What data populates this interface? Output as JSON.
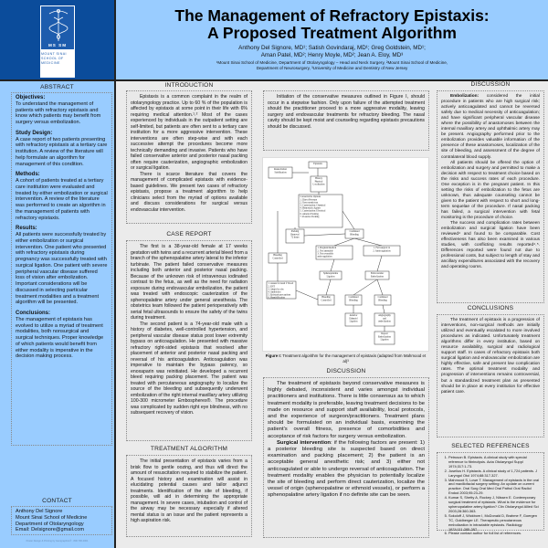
{
  "header": {
    "logo": {
      "mark": "MS SM",
      "name_lines": [
        "MOUNT SINAI",
        "SCHOOL OF",
        "MEDICINE"
      ]
    },
    "title_line1": "The Management of Refractory Epistaxis:",
    "title_line2": "A Proposed Treatment Algorithm",
    "authors_line1": "Anthony Del Signore, MD¹; Satish Govindaraj, MD¹; Greg Goldstein, MD¹;",
    "authors_line2": "Aman Patel, MD²; Henry Moyle, MD²; Jean A. Eloy, MD³",
    "affil_line1": "¹Mount Sinai School of Medicine, Department of Otolaryngology – Head and Neck Surgery, ²Mount Sinai School of Medicine,",
    "affil_line2": "Department of Neurosurgery, ³University of Medicine and Dentistry of New Jersey"
  },
  "abstract": {
    "heading": "ABSTRACT",
    "objectives_label": "Objectives:",
    "objectives": "To understand the management of patients with refractory epistaxis and know which patients may benefit from surgery versus embolization.",
    "design_label": "Study Design:",
    "design": "A case report of two patients presenting with refractory epistaxis at a tertiary care institution. A review of the literature will help formulate an algorithm for management of this condition.",
    "methods_label": "Methods:",
    "methods": "A cohort of patients treated at a tertiary care institution were evaluated and treated by either embolization or surgical intervention. A review of the literature was performed to create an algorithm in the management of patients with refractory epistaxis.",
    "results_label": "Results:",
    "results": "All patients were successfully treated by either embolization or surgical intervention. One patient who presented with refractory epistaxis during pregnancy was successfully treated with surgical ligation. One patient with severe peripheral vascular disease suffered loss of vision after embolization. Important considerations will be discussed in selecting particular treatment modalities and a treatment algorithm will be presented.",
    "conclusions_label": "Conclusions:",
    "conclusions": "The management of epistaxis has evolved to utilize a myriad of treatment modalities, both nonsurgical and surgical techniques. Proper knowledge of which patients would benefit from either modality is imperative in the decision making process."
  },
  "contact": {
    "heading": "CONTACT",
    "lines": [
      "Anthony Del Signore",
      "Mount Sinai School of Medicine",
      "Department of Otolaryngology",
      "Email: Delsignore@gmail.com"
    ]
  },
  "footer": "Poster Design & Printing by Genigraphics® · 800.790.4001",
  "introduction": {
    "heading": "INTRODUCTION",
    "p1": "Epistaxis is a common complaint in the realm of otolaryngology practice. Up to 60 % of the population is affected by epistaxis at some point in their life with 6% requiring medical attention.¹˒² Most of the cases experienced by individuals in the outpatient setting are self-limited, but patients are often sent to a tertiary care institution for a more aggressive intervention. These interventions are often step-wise and with each successive attempt the procedures become more technically demanding and invasive. Patients who have failed conservative anterior and posterior nasal packing often require cauterization, angiographic embolization or surgical ligation.",
    "p2": "There is scarce literature that covers the management of complicated epistaxis with evidence-based guidelines. We present two cases of refractory epistaxis, propose a treatment algorithm to help clinicians select from the myriad of options available and discuss considerations for surgical versus endovascular intervention."
  },
  "case_report": {
    "heading": "CASE REPORT",
    "p1": "The first is a 38-year-old female at 17 weeks gestation with twins and a recurrent arterial bleed from a branch of the sphenopalatine artery lateral to the inferior turbinate. The patient failed conservative measures including both anterior and posterior nasal packing. Because of the unknown risk of intravenous iodinated contrast to the fetus, as well as the need for radiation exposure during endovascular embolization, the patient was treated with endoscopic cauterization of the sphenopalatine artery under general anesthesia. The obstetrics team followed the patient perioperatively with serial fetal ultrasounds to ensure the safety of the twins during treatment.",
    "p2": "The second patient is a 74-year-old male with a history of diabetes, well-controlled hypertension, and peripheral vascular disease status post lower extremity bypass on anticoagulation. He presented with massive refractory right-sided epistaxis that resolved after placement of anterior and posterior nasal packing and reversal of his anticoagulation. Anticoagulation was imperative to maintain the bypass patency, so enoxaparin was reinitiated. He developed a recurrent bleed requiring packing placement. The patient was treated with percutaneous angiography to localize the source of the bleeding and subsequently underwent embolization of the right internal maxillary artery utilizing 100-300 micrometer Embospheres®. The procedure was complicated by sudden right eye blindness, with no subsequent recovery of vision."
  },
  "treatment_algorithm": {
    "heading": "TREATMENT ALGORITHM",
    "p1": "The initial presentation of epistaxis varies from a brisk flow to gentle oozing, and thus will direct the amount of resuscitation required to stabilize the patient. A focused history and examination will assist in elucidating potential causes and tailor adjunct treatments. Identification of the site of bleeding, if possible, will aid in determining the appropriate management. In severe cases, intubation and control of the airway may be necessary especially if altered mental status is an issue and the patient represents a high aspiration risk.",
    "p2": "Initiation of the conservative measures outlined in Figure I, should occur in a stepwise fashion. Only upon failure of the attempted treatment should the practitioner proceed to a more aggressive modality, leaving surgery and endovascular treatments for refractory bleeding. The nasal cavity should be kept moist and counseling regarding epistaxis precautions should be discussed."
  },
  "figure": {
    "caption_label": "Figure I:",
    "caption_text": " Treatment algorithm for the management of epistaxis (adapted from Mahmood et al)³",
    "nodes": [
      {
        "lines": [
          "Resuscitation",
          "Stabilization"
        ]
      },
      {
        "lines": [
          "Epistaxis"
        ]
      },
      {
        "lines": [
          "History",
          "Physical",
          "Localization"
        ]
      },
      {
        "lines": [
          "Conservative Options",
          "1. Direct Pressure",
          "2. Vasoconstrictors",
          "3. Cauterization: Chemical",
          "4. Hemostatic Agents",
          "5. Cauterization: Electrical",
          "6. Anterior Packing",
          "7. Posterior Packing"
        ]
      },
      {
        "lines": [
          "Packing",
          "Removal",
          "72 hours"
        ]
      },
      {
        "lines": [
          "Continued",
          "Bleeding"
        ]
      },
      {
        "lines": [
          "Bleeding",
          "Controlled"
        ]
      },
      {
        "lines": [
          "1. Pregnant/medical",
          "2. Not amenable",
          "3. Not reversible",
          "anticoagulation"
        ]
      },
      {
        "lines": [
          "1. Fail surgical tx",
          "2. Anticoagulation"
        ]
      },
      {
        "lines": [
          "Sphenopalatine",
          "Ligation"
        ]
      },
      {
        "lines": [
          "Endovascular",
          "Embolization"
        ]
      },
      {
        "lines": [
          "1. Assess for need f/ blood",
          "2. ENT",
          "3. Admit for obs",
          "4. Antibiotics",
          "5. Epistaxis precautions",
          "6. Humidification"
        ]
      },
      {
        "lines": [
          "Bleeding",
          "Controlled"
        ]
      },
      {
        "lines": [
          "Continued",
          "Bleeding"
        ]
      },
      {
        "lines": [
          "Continued",
          "Bleeding"
        ]
      },
      {
        "lines": [
          "Anterior",
          "Ethmoid",
          "Ligation"
        ]
      },
      {
        "lines": [
          "Angiography",
          "and",
          "embolization"
        ]
      },
      {
        "lines": [
          "Repeat",
          "Embolization",
          "Ligation"
        ]
      }
    ]
  },
  "discussion": {
    "heading": "DISCUSSION",
    "p1": "The treatment of epistaxis beyond conservative measures is highly debated, inconsistent and varies amongst individual practitioners and institutions. There is little consensus as to which treatment modality is preferable, leaving treatment decisions to be made on resource and support staff availability, local protocols, and the experience of surgeon/practitioners. Treatment plans should be formulated on an individual basis, examining the patient's overall fitness, presence of comorbidities and acceptance of risk factors for surgery versus embolization.",
    "surgical_label": "Surgical intervention",
    "surgical_text": ": if the following factors are present: 1) a posterior bleeding site is suspected based on direct examination and packing placement; 2) the patient is an acceptable general anesthetic risk; and 3) either not anticoagulated or able to undergo reversal of anticoagulation. The treatment modality enables the physician to potentially localize the site of bleeding and perform direct cauterization, localize the vessel of origin (sphenopalatine or ethmoid vessels), or perform a sphenopalatine artery ligation if no definite site can be seen.",
    "embolization_label": "Embolization:",
    "embolization_text": " considered the initial procedure in patients who are high surgical risk; actively anticoagulated and cannot be reversed safely due to medical necessity of anticoagulation; and have significant peripheral vascular disease where the possibility of anastomoses between the internal maxillary artery and ophthalmic artery may be present. Angiography performed prior to the embolization provides valuable information of the presence of these anastomoses, localization of the site of bleeding, and assessment of the degree of contralateral blood supply.",
    "p3": "All patients should be offered the option of embolization and surgery and permitted to make a decision with respect to treatment choice based on the risks and success rates of each procedure. One exception is in the pregnant patient. In this setting the risks of embolization to the fetus are unknown, thus adequate counseling cannot be given to the patient with respect to short and long-term sequelae of the procedure. If nasal packing has failed, a surgical intervention with fetal monitoring is the procedure of choice.",
    "p4": "The success and complication rates between embolization and surgical ligation have been reviewed⁴ and found to be comparable. Cost effectiveness has also been examined in various studies, with conflicting results reported⁴˒⁵. Differences reported were found not due to professional costs, but subject to length of stay and ancillary expenditures associated with the recovery and operating rooms."
  },
  "conclusions": {
    "heading": "CONCLUSIONS",
    "p1": "The treatment of epistaxis is a progression of interventions, non-surgical methods are initially utilized and eventually escalated to more involved procedures as indicated. Unfortunately treatment algorithms differ in every institution, based on resource availability, surgical and radiological support staff. In cases of refractory epistaxis both surgical ligation and endovascular embolization are highly effective, safe and present low complication rates. The optimal treatment modality and progression of interventions remains controversial, but a standardized treatment plan as presented should be in place at every institution for effective patient care."
  },
  "references": {
    "heading": "SELECTED REFERENCES",
    "items": [
      "Petruson B. Epistaxis. A clinical study with special reference to fibrinolysis. Acta Otolaryngol Suppl 1974;317:1-73.",
      "Juselius H. Epistaxis. A clinical study of 1,724 patients. J Laryngol Otol 1974;88:317-327.",
      "Mahmood S, Lowe T. Management of epistaxis in the oral and maxillofacial surgery setting: An update on current practice. Oral Surg Oral Med Oral Pathol Oral Radiol Endod 2003;95:23-29.",
      "Kumar S, Shetty A, Rockey J, Nilssen E. Contemporary surgical treatment of epistaxis. What is the evidence for sphenopalatine artery ligation? Clin Otolaryngol Allied Sci 2003;28:360-363.",
      "Sokoloff J, Wickbom I, McDonald D, Brahme F, Goergen TC, Goldberger LE. Therapeutic percutaneous embolization in intractable epistaxis. Radiology 1974;111:285-287.",
      "Please contact author for full list of references."
    ]
  },
  "colors": {
    "header_dark": "#0b4c9b",
    "header_light": "#99ccff",
    "body": "#ebebeb"
  }
}
